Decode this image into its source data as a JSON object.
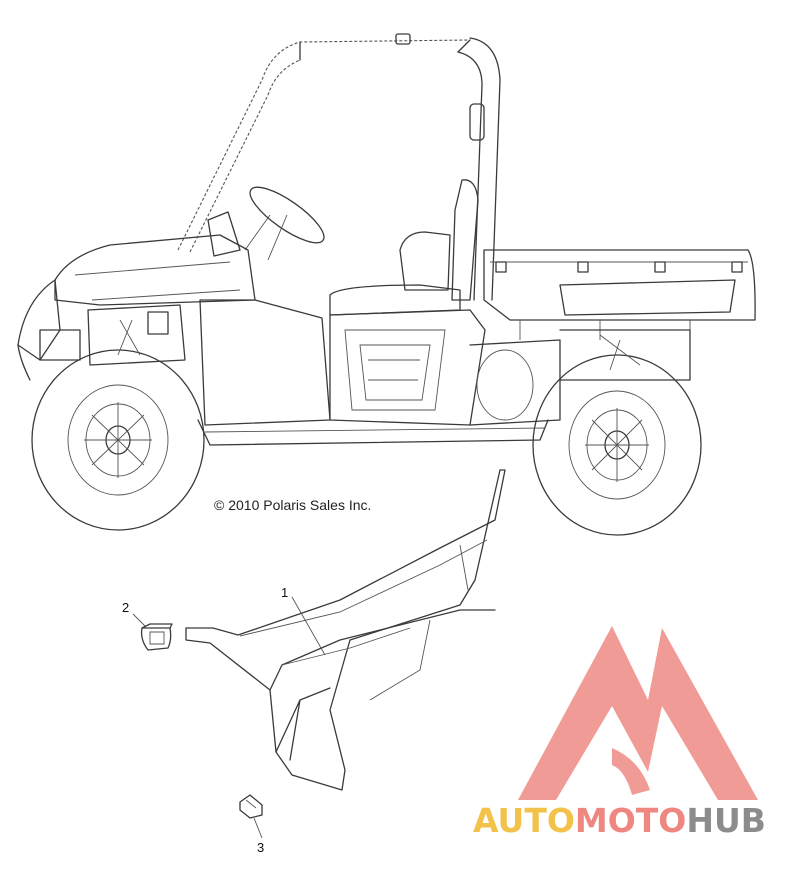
{
  "copyright": "© 2010 Polaris Sales Inc.",
  "callouts": [
    "1",
    "2",
    "3"
  ],
  "watermark": {
    "part1": "AUTO",
    "part2": "MOTO",
    "part3": "HUB",
    "colors": {
      "auto": "#f2c24a",
      "moto": "#ee8780",
      "hub": "#8c8c8c",
      "logo": "#ef8a84"
    }
  }
}
